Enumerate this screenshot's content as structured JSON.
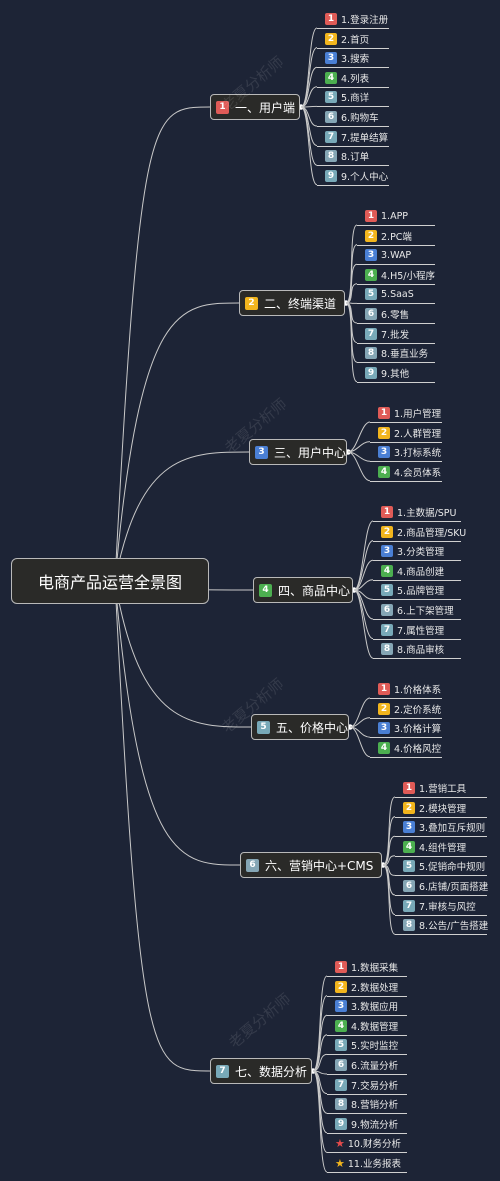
{
  "root": {
    "label": "电商产品运营全景图"
  },
  "watermark": "老夏分析师",
  "colors": {
    "n1": "#e05b57",
    "n2": "#f2b51d",
    "n3": "#4a7fd4",
    "n4": "#4caf50",
    "n5": "#78a9b8",
    "n6": "#85a6b5",
    "n7": "#78a9b8",
    "n8": "#85a6b5",
    "n9": "#78a9b8",
    "line": "#c9c9c9"
  },
  "branches": [
    {
      "num": "1",
      "label": "一、用户端",
      "items": [
        {
          "num": "1",
          "label": "1.登录注册"
        },
        {
          "num": "2",
          "label": "2.首页"
        },
        {
          "num": "3",
          "label": "3.搜索"
        },
        {
          "num": "4",
          "label": "4.列表"
        },
        {
          "num": "5",
          "label": "5.商详"
        },
        {
          "num": "6",
          "label": "6.购物车"
        },
        {
          "num": "7",
          "label": "7.提单结算"
        },
        {
          "num": "8",
          "label": "8.订单"
        },
        {
          "num": "9",
          "label": "9.个人中心"
        }
      ]
    },
    {
      "num": "2",
      "label": "二、终端渠道",
      "items": [
        {
          "num": "1",
          "label": "1.APP"
        },
        {
          "num": "2",
          "label": "2.PC端"
        },
        {
          "num": "3",
          "label": "3.WAP"
        },
        {
          "num": "4",
          "label": "4.H5/小程序"
        },
        {
          "num": "5",
          "label": "5.SaaS"
        },
        {
          "num": "6",
          "label": "6.零售"
        },
        {
          "num": "7",
          "label": "7.批发"
        },
        {
          "num": "8",
          "label": "8.垂直业务"
        },
        {
          "num": "9",
          "label": "9.其他"
        }
      ]
    },
    {
      "num": "3",
      "label": "三、用户中心",
      "items": [
        {
          "num": "1",
          "label": "1.用户管理"
        },
        {
          "num": "2",
          "label": "2.人群管理"
        },
        {
          "num": "3",
          "label": "3.打标系统"
        },
        {
          "num": "4",
          "label": "4.会员体系"
        }
      ]
    },
    {
      "num": "4",
      "label": "四、商品中心",
      "items": [
        {
          "num": "1",
          "label": "1.主数据/SPU"
        },
        {
          "num": "2",
          "label": "2.商品管理/SKU"
        },
        {
          "num": "3",
          "label": "3.分类管理"
        },
        {
          "num": "4",
          "label": "4.商品创建"
        },
        {
          "num": "5",
          "label": "5.品牌管理"
        },
        {
          "num": "6",
          "label": "6.上下架管理"
        },
        {
          "num": "7",
          "label": "7.属性管理"
        },
        {
          "num": "8",
          "label": "8.商品审核"
        }
      ]
    },
    {
      "num": "5",
      "label": "五、价格中心",
      "items": [
        {
          "num": "1",
          "label": "1.价格体系"
        },
        {
          "num": "2",
          "label": "2.定价系统"
        },
        {
          "num": "3",
          "label": "3.价格计算"
        },
        {
          "num": "4",
          "label": "4.价格风控"
        }
      ]
    },
    {
      "num": "6",
      "label": "六、营销中心+CMS",
      "items": [
        {
          "num": "1",
          "label": "1.营销工具"
        },
        {
          "num": "2",
          "label": "2.模块管理"
        },
        {
          "num": "3",
          "label": "3.叠加互斥规则"
        },
        {
          "num": "4",
          "label": "4.组件管理"
        },
        {
          "num": "5",
          "label": "5.促销命中规则"
        },
        {
          "num": "6",
          "label": "6.店铺/页面搭建"
        },
        {
          "num": "7",
          "label": "7.审核与风控"
        },
        {
          "num": "8",
          "label": "8.公告/广告搭建"
        }
      ]
    },
    {
      "num": "7",
      "label": "七、数据分析",
      "items": [
        {
          "num": "1",
          "label": "1.数据采集"
        },
        {
          "num": "2",
          "label": "2.数据处理"
        },
        {
          "num": "3",
          "label": "3.数据应用"
        },
        {
          "num": "4",
          "label": "4.数据管理"
        },
        {
          "num": "5",
          "label": "5.实时监控"
        },
        {
          "num": "6",
          "label": "6.流量分析"
        },
        {
          "num": "7",
          "label": "7.交易分析"
        },
        {
          "num": "8",
          "label": "8.营销分析"
        },
        {
          "num": "9",
          "label": "9.物流分析"
        },
        {
          "star": "red",
          "label": "10.财务分析"
        },
        {
          "star": "gold",
          "label": "11.业务报表"
        }
      ]
    }
  ]
}
